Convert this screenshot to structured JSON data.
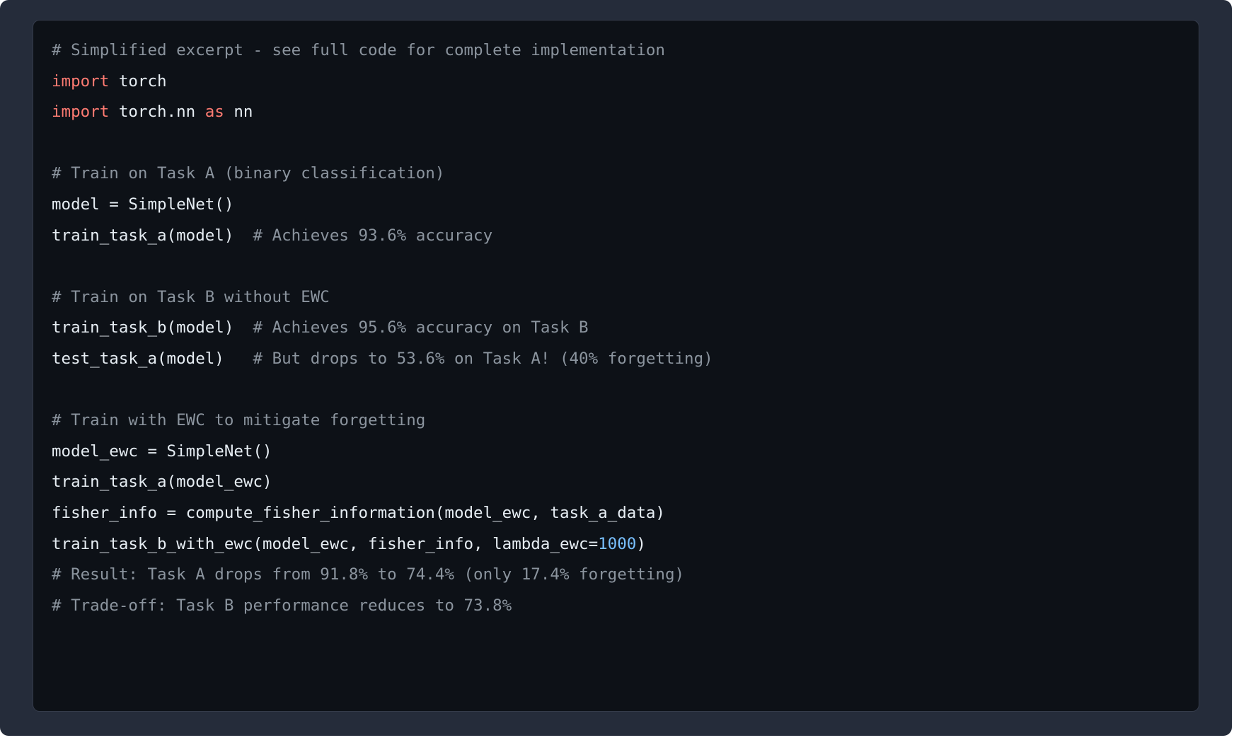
{
  "colors": {
    "panel_bg": "#252c3a",
    "card_bg": "#0d1117",
    "card_border": "#343b4a",
    "plain": "#e6edf3",
    "comment": "#8b949e",
    "keyword": "#ff7b72",
    "number": "#79c0ff"
  },
  "code_block": {
    "language": "python",
    "lines": [
      [
        [
          "comment",
          "# Simplified excerpt - see full code for complete implementation"
        ]
      ],
      [
        [
          "keyword",
          "import"
        ],
        [
          "plain",
          " torch"
        ]
      ],
      [
        [
          "keyword",
          "import"
        ],
        [
          "plain",
          " torch.nn "
        ],
        [
          "keyword",
          "as"
        ],
        [
          "plain",
          " nn"
        ]
      ],
      [],
      [
        [
          "comment",
          "# Train on Task A (binary classification)"
        ]
      ],
      [
        [
          "plain",
          "model = SimpleNet()"
        ]
      ],
      [
        [
          "plain",
          "train_task_a(model)  "
        ],
        [
          "comment",
          "# Achieves 93.6% accuracy"
        ]
      ],
      [],
      [
        [
          "comment",
          "# Train on Task B without EWC"
        ]
      ],
      [
        [
          "plain",
          "train_task_b(model)  "
        ],
        [
          "comment",
          "# Achieves 95.6% accuracy on Task B"
        ]
      ],
      [
        [
          "plain",
          "test_task_a(model)   "
        ],
        [
          "comment",
          "# But drops to 53.6% on Task A! (40% forgetting)"
        ]
      ],
      [],
      [
        [
          "comment",
          "# Train with EWC to mitigate forgetting"
        ]
      ],
      [
        [
          "plain",
          "model_ewc = SimpleNet()"
        ]
      ],
      [
        [
          "plain",
          "train_task_a(model_ewc)"
        ]
      ],
      [
        [
          "plain",
          "fisher_info = compute_fisher_information(model_ewc, task_a_data)"
        ]
      ],
      [
        [
          "plain",
          "train_task_b_with_ewc(model_ewc, fisher_info, lambda_ewc="
        ],
        [
          "number",
          "1000"
        ],
        [
          "plain",
          ")"
        ]
      ],
      [
        [
          "comment",
          "# Result: Task A drops from 91.8% to 74.4% (only 17.4% forgetting)"
        ]
      ],
      [
        [
          "comment",
          "# Trade-off: Task B performance reduces to 73.8%"
        ]
      ]
    ]
  }
}
